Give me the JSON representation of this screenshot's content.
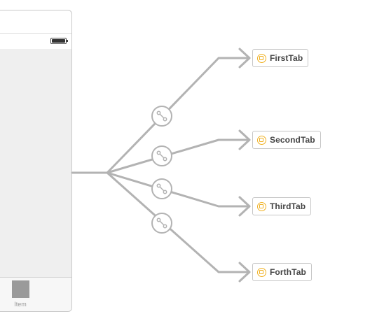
{
  "tab_bar_controller": {
    "tab_item_label": "Item"
  },
  "scenes": [
    {
      "label": "FirstTab",
      "icon": "view-controller-icon"
    },
    {
      "label": "SecondTab",
      "icon": "view-controller-icon"
    },
    {
      "label": "ThirdTab",
      "icon": "view-controller-icon"
    },
    {
      "label": "ForthTab",
      "icon": "view-controller-icon"
    }
  ],
  "colors": {
    "connection": "#b3b3b3",
    "view_controller_icon": "#f0b020",
    "scene_label_text": "#444444",
    "content_area": "#efefef",
    "tab_icon": "#9a9a9a"
  }
}
